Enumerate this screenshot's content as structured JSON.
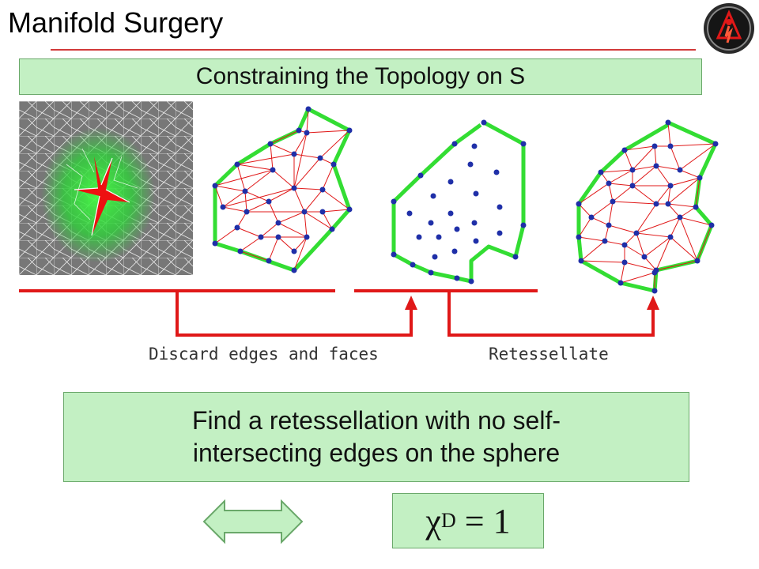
{
  "header": {
    "title": "Manifold Surgery"
  },
  "section": {
    "heading": "Constraining the Topology on S"
  },
  "steps": {
    "discard_label": "Discard edges and faces",
    "retessellate_label": "Retessellate"
  },
  "finding": {
    "line1": "Find a retessellation with no self-",
    "line2": "intersecting edges on the sphere"
  },
  "equation": {
    "symbol": "χ",
    "subscript": "D",
    "relation": "=",
    "value": "1"
  },
  "colors": {
    "box_fill": "#c3f0c3",
    "accent_red": "#e01818",
    "boundary_green": "#33dd33",
    "vertex_blue": "#1f2fa8",
    "mesh_gray": "#7a7a7a"
  },
  "icons": {
    "logo": "red-figure-emblem-icon",
    "equivalence": "double-headed-arrow-icon"
  }
}
